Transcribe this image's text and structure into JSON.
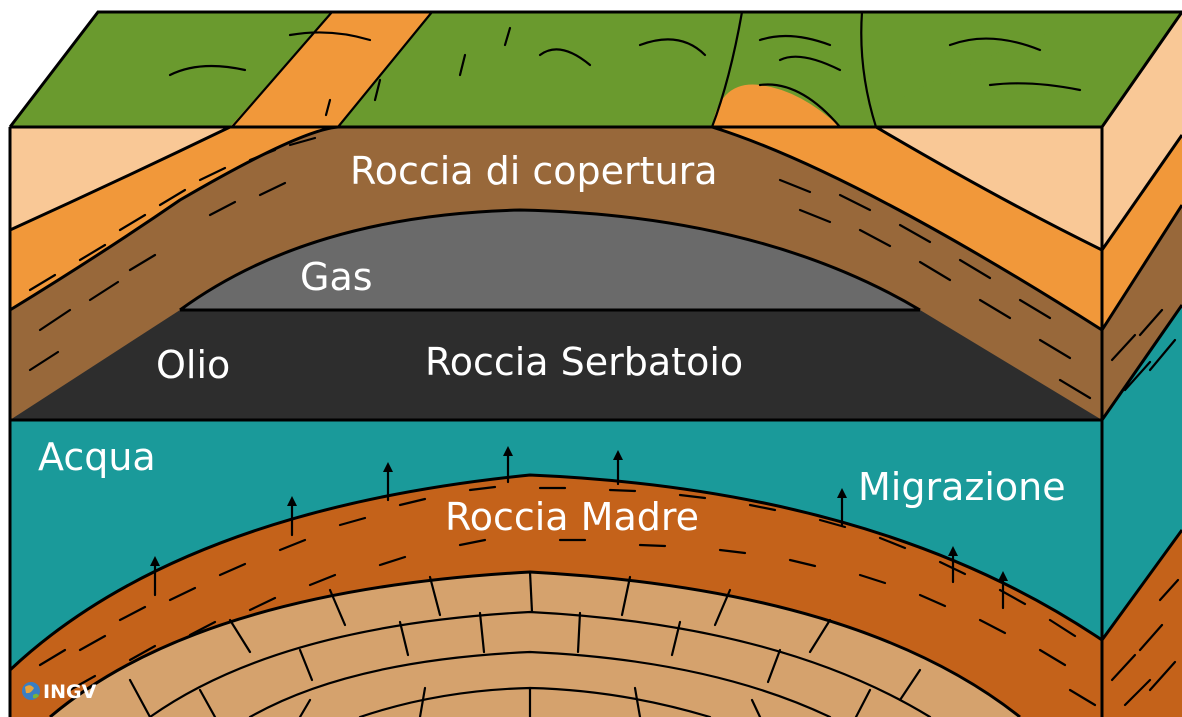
{
  "labels": {
    "cap_rock": "Roccia di copertura",
    "gas": "Gas",
    "oil": "Olio",
    "reservoir": "Roccia Serbatoio",
    "water": "Acqua",
    "migration": "Migrazione",
    "source_rock": "Roccia Madre"
  },
  "logo": {
    "text": "INGV"
  },
  "colors": {
    "surface_green": "#6a9a2e",
    "light_orange": "#f9c896",
    "orange": "#f1983a",
    "brown": "#98683a",
    "gas_gray": "#6a6a6a",
    "oil_dark": "#2d2d2d",
    "water_teal": "#1a9a9a",
    "source_orange": "#c4621a",
    "limestone": "#d5a26d"
  }
}
